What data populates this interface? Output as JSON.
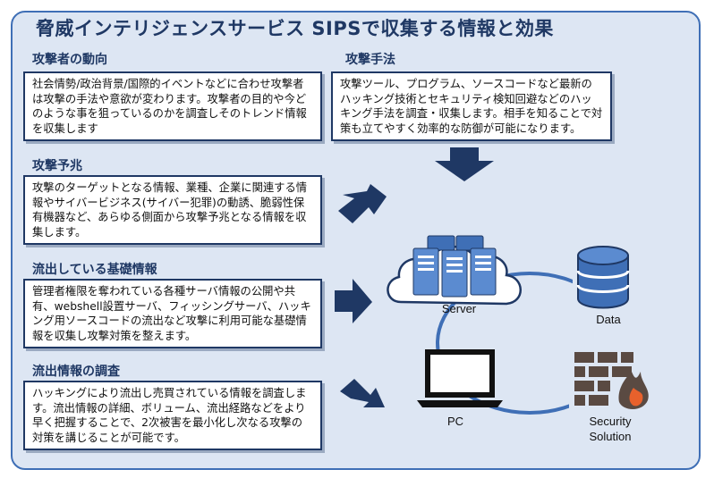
{
  "title": "脅威インテリジェンスサービス SIPSで収集する情報と効果",
  "sections": [
    {
      "heading": "攻撃者の動向",
      "body": "社会情勢/政治背景/国際的イベントなどに合わせ攻撃者は攻撃の手法や意欲が変わります。攻撃者の目的や今どのような事を狙っているのかを調査しそのトレンド情報を収集します"
    },
    {
      "heading": "攻撃予兆",
      "body": "攻撃のターゲットとなる情報、業種、企業に関連する情報やサイバービジネス(サイバー犯罪)の動誘、脆弱性保有機器など、あらゆる側面から攻撃予兆となる情報を収集します。"
    },
    {
      "heading": "流出している基礎情報",
      "body": "管理者権限を奪われている各種サーバ情報の公開や共有、webshell設置サーバ、フィッシングサーバ、ハッキング用ソースコードの流出など攻撃に利用可能な基礎情報を収集し攻撃対策を整えます。"
    },
    {
      "heading": "流出情報の調査",
      "body": "ハッキングにより流出し売買されている情報を調査します。流出情報の詳細、ボリューム、流出経路などをより早く把握することで、2次被害を最小化し次なる攻撃の対策を講じることが可能です。"
    },
    {
      "heading": "攻撃手法",
      "body": "攻撃ツール、プログラム、ソースコードなど最新のハッキング技術とセキュリティ検知回避などのハッキング手法を調査・収集します。相手を知ることで対策も立てやすく効率的な防御が可能になります。"
    }
  ],
  "diagram": {
    "server_label": "Server",
    "data_label": "Data",
    "pc_label": "PC",
    "security_label_1": "Security",
    "security_label_2": "Solution"
  },
  "colors": {
    "navy": "#1f3864",
    "accent_blue": "#3f6fb6",
    "panel_bg": "#dde6f3",
    "flame": "#e8612c"
  }
}
